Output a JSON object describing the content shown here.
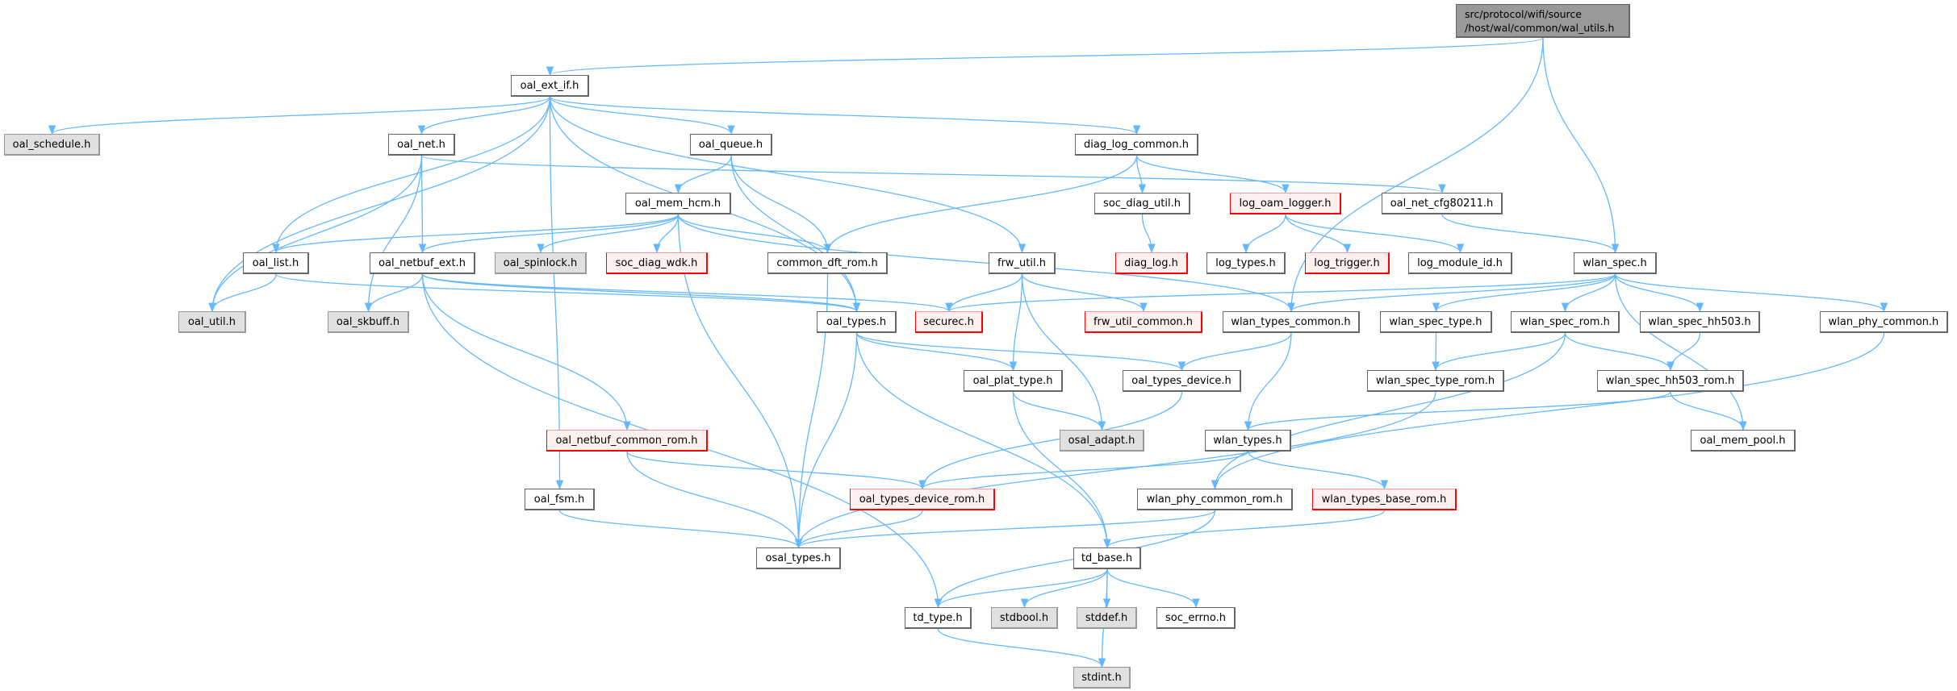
{
  "root": {
    "line1": "src/protocol/wifi/source",
    "line2": "/host/wal/common/wal_utils.h"
  },
  "colors": {
    "edge": "#63b8ff",
    "red_border": "#ff0000",
    "gray_fill": "#e0e0e0",
    "root_fill": "#999999"
  },
  "nodes": {
    "oal_ext_if": {
      "label": "oal_ext_if.h",
      "style": "normal"
    },
    "oal_schedule": {
      "label": "oal_schedule.h",
      "style": "gray"
    },
    "oal_net": {
      "label": "oal_net.h",
      "style": "normal"
    },
    "oal_queue": {
      "label": "oal_queue.h",
      "style": "normal"
    },
    "diag_log_common": {
      "label": "diag_log_common.h",
      "style": "normal"
    },
    "oal_mem_hcm": {
      "label": "oal_mem_hcm.h",
      "style": "normal"
    },
    "soc_diag_util": {
      "label": "soc_diag_util.h",
      "style": "normal"
    },
    "log_oam_logger": {
      "label": "log_oam_logger.h",
      "style": "red"
    },
    "oal_net_cfg80211": {
      "label": "oal_net_cfg80211.h",
      "style": "normal"
    },
    "oal_list": {
      "label": "oal_list.h",
      "style": "normal"
    },
    "oal_netbuf_ext": {
      "label": "oal_netbuf_ext.h",
      "style": "normal"
    },
    "oal_spinlock": {
      "label": "oal_spinlock.h",
      "style": "gray"
    },
    "soc_diag_wdk": {
      "label": "soc_diag_wdk.h",
      "style": "red"
    },
    "common_dft_rom": {
      "label": "common_dft_rom.h",
      "style": "normal"
    },
    "frw_util": {
      "label": "frw_util.h",
      "style": "normal"
    },
    "diag_log": {
      "label": "diag_log.h",
      "style": "red"
    },
    "log_types": {
      "label": "log_types.h",
      "style": "normal"
    },
    "log_trigger": {
      "label": "log_trigger.h",
      "style": "red"
    },
    "log_module_id": {
      "label": "log_module_id.h",
      "style": "normal"
    },
    "wlan_spec": {
      "label": "wlan_spec.h",
      "style": "normal"
    },
    "oal_util": {
      "label": "oal_util.h",
      "style": "gray"
    },
    "oal_skbuff": {
      "label": "oal_skbuff.h",
      "style": "gray"
    },
    "oal_types": {
      "label": "oal_types.h",
      "style": "normal"
    },
    "securec": {
      "label": "securec.h",
      "style": "red"
    },
    "frw_util_common": {
      "label": "frw_util_common.h",
      "style": "red"
    },
    "wlan_types_common": {
      "label": "wlan_types_common.h",
      "style": "normal"
    },
    "wlan_spec_type": {
      "label": "wlan_spec_type.h",
      "style": "normal"
    },
    "wlan_spec_rom": {
      "label": "wlan_spec_rom.h",
      "style": "normal"
    },
    "wlan_spec_hh503": {
      "label": "wlan_spec_hh503.h",
      "style": "normal"
    },
    "wlan_phy_common": {
      "label": "wlan_phy_common.h",
      "style": "normal"
    },
    "oal_plat_type": {
      "label": "oal_plat_type.h",
      "style": "normal"
    },
    "oal_types_device": {
      "label": "oal_types_device.h",
      "style": "normal"
    },
    "wlan_spec_type_rom": {
      "label": "wlan_spec_type_rom.h",
      "style": "normal"
    },
    "wlan_spec_hh503_rom": {
      "label": "wlan_spec_hh503_rom.h",
      "style": "normal"
    },
    "oal_netbuf_common_rom": {
      "label": "oal_netbuf_common_rom.h",
      "style": "red"
    },
    "osal_adapt": {
      "label": "osal_adapt.h",
      "style": "gray"
    },
    "wlan_types": {
      "label": "wlan_types.h",
      "style": "normal"
    },
    "oal_mem_pool": {
      "label": "oal_mem_pool.h",
      "style": "normal"
    },
    "oal_fsm": {
      "label": "oal_fsm.h",
      "style": "normal"
    },
    "oal_types_device_rom": {
      "label": "oal_types_device_rom.h",
      "style": "red"
    },
    "wlan_phy_common_rom": {
      "label": "wlan_phy_common_rom.h",
      "style": "normal"
    },
    "wlan_types_base_rom": {
      "label": "wlan_types_base_rom.h",
      "style": "red"
    },
    "osal_types": {
      "label": "osal_types.h",
      "style": "normal"
    },
    "td_base": {
      "label": "td_base.h",
      "style": "normal"
    },
    "td_type": {
      "label": "td_type.h",
      "style": "normal"
    },
    "stdbool": {
      "label": "stdbool.h",
      "style": "gray"
    },
    "stddef": {
      "label": "stddef.h",
      "style": "gray"
    },
    "soc_errno": {
      "label": "soc_errno.h",
      "style": "normal"
    },
    "stdint": {
      "label": "stdint.h",
      "style": "gray"
    }
  },
  "edges": [
    [
      "root",
      "oal_ext_if"
    ],
    [
      "root",
      "wlan_types_common"
    ],
    [
      "root",
      "wlan_spec"
    ],
    [
      "oal_ext_if",
      "oal_schedule"
    ],
    [
      "oal_ext_if",
      "oal_net"
    ],
    [
      "oal_ext_if",
      "oal_queue"
    ],
    [
      "oal_ext_if",
      "diag_log_common"
    ],
    [
      "oal_ext_if",
      "frw_util"
    ],
    [
      "oal_ext_if",
      "oal_util"
    ],
    [
      "oal_ext_if",
      "oal_list"
    ],
    [
      "oal_ext_if",
      "oal_types"
    ],
    [
      "oal_ext_if",
      "oal_fsm"
    ],
    [
      "oal_net",
      "oal_netbuf_ext"
    ],
    [
      "oal_net",
      "oal_util"
    ],
    [
      "oal_net",
      "oal_skbuff"
    ],
    [
      "oal_net",
      "oal_net_cfg80211"
    ],
    [
      "oal_queue",
      "oal_mem_hcm"
    ],
    [
      "oal_queue",
      "common_dft_rom"
    ],
    [
      "oal_queue",
      "oal_types"
    ],
    [
      "diag_log_common",
      "soc_diag_util"
    ],
    [
      "diag_log_common",
      "log_oam_logger"
    ],
    [
      "diag_log_common",
      "common_dft_rom"
    ],
    [
      "soc_diag_util",
      "diag_log"
    ],
    [
      "log_oam_logger",
      "log_types"
    ],
    [
      "log_oam_logger",
      "log_trigger"
    ],
    [
      "log_oam_logger",
      "log_module_id"
    ],
    [
      "oal_net_cfg80211",
      "wlan_spec"
    ],
    [
      "oal_mem_hcm",
      "oal_list"
    ],
    [
      "oal_mem_hcm",
      "oal_netbuf_ext"
    ],
    [
      "oal_mem_hcm",
      "oal_spinlock"
    ],
    [
      "oal_mem_hcm",
      "soc_diag_wdk"
    ],
    [
      "oal_mem_hcm",
      "common_dft_rom"
    ],
    [
      "oal_mem_hcm",
      "osal_types"
    ],
    [
      "oal_mem_hcm",
      "wlan_types_common"
    ],
    [
      "oal_list",
      "oal_util"
    ],
    [
      "oal_list",
      "oal_types"
    ],
    [
      "oal_netbuf_ext",
      "oal_skbuff"
    ],
    [
      "oal_netbuf_ext",
      "oal_types"
    ],
    [
      "oal_netbuf_ext",
      "securec"
    ],
    [
      "oal_netbuf_ext",
      "oal_netbuf_common_rom"
    ],
    [
      "oal_netbuf_ext",
      "td_type"
    ],
    [
      "common_dft_rom",
      "osal_types"
    ],
    [
      "frw_util",
      "securec"
    ],
    [
      "frw_util",
      "frw_util_common"
    ],
    [
      "frw_util",
      "oal_plat_type"
    ],
    [
      "frw_util",
      "osal_adapt"
    ],
    [
      "wlan_spec",
      "securec"
    ],
    [
      "wlan_spec",
      "wlan_types_common"
    ],
    [
      "wlan_spec",
      "wlan_spec_type"
    ],
    [
      "wlan_spec",
      "wlan_spec_rom"
    ],
    [
      "wlan_spec",
      "wlan_spec_hh503"
    ],
    [
      "wlan_spec",
      "wlan_phy_common"
    ],
    [
      "wlan_spec",
      "oal_mem_pool"
    ],
    [
      "oal_types",
      "oal_plat_type"
    ],
    [
      "oal_types",
      "oal_types_device"
    ],
    [
      "oal_types",
      "osal_types"
    ],
    [
      "oal_types",
      "td_base"
    ],
    [
      "wlan_types_common",
      "oal_types_device"
    ],
    [
      "wlan_types_common",
      "wlan_types"
    ],
    [
      "wlan_spec_type",
      "wlan_spec_type_rom"
    ],
    [
      "wlan_spec_rom",
      "wlan_spec_type_rom"
    ],
    [
      "wlan_spec_rom",
      "wlan_spec_hh503_rom"
    ],
    [
      "wlan_spec_rom",
      "wlan_phy_common_rom"
    ],
    [
      "wlan_spec_hh503",
      "wlan_spec_hh503_rom"
    ],
    [
      "wlan_phy_common",
      "wlan_phy_common_rom"
    ],
    [
      "oal_plat_type",
      "osal_adapt"
    ],
    [
      "oal_plat_type",
      "td_base"
    ],
    [
      "oal_types_device",
      "oal_types_device_rom"
    ],
    [
      "wlan_spec_type_rom",
      "osal_types"
    ],
    [
      "wlan_spec_hh503_rom",
      "wlan_types"
    ],
    [
      "wlan_spec_hh503_rom",
      "oal_mem_pool"
    ],
    [
      "wlan_types",
      "oal_types_device_rom"
    ],
    [
      "wlan_types",
      "wlan_types_base_rom"
    ],
    [
      "oal_netbuf_common_rom",
      "osal_types"
    ],
    [
      "oal_netbuf_common_rom",
      "oal_types_device_rom"
    ],
    [
      "oal_fsm",
      "osal_types"
    ],
    [
      "oal_types_device_rom",
      "osal_types"
    ],
    [
      "wlan_phy_common_rom",
      "osal_types"
    ],
    [
      "wlan_phy_common_rom",
      "td_type"
    ],
    [
      "wlan_types_base_rom",
      "td_base"
    ],
    [
      "td_base",
      "td_type"
    ],
    [
      "td_base",
      "stdbool"
    ],
    [
      "td_base",
      "stddef"
    ],
    [
      "td_base",
      "soc_errno"
    ],
    [
      "td_base",
      "stdint"
    ],
    [
      "td_type",
      "stdint"
    ]
  ]
}
